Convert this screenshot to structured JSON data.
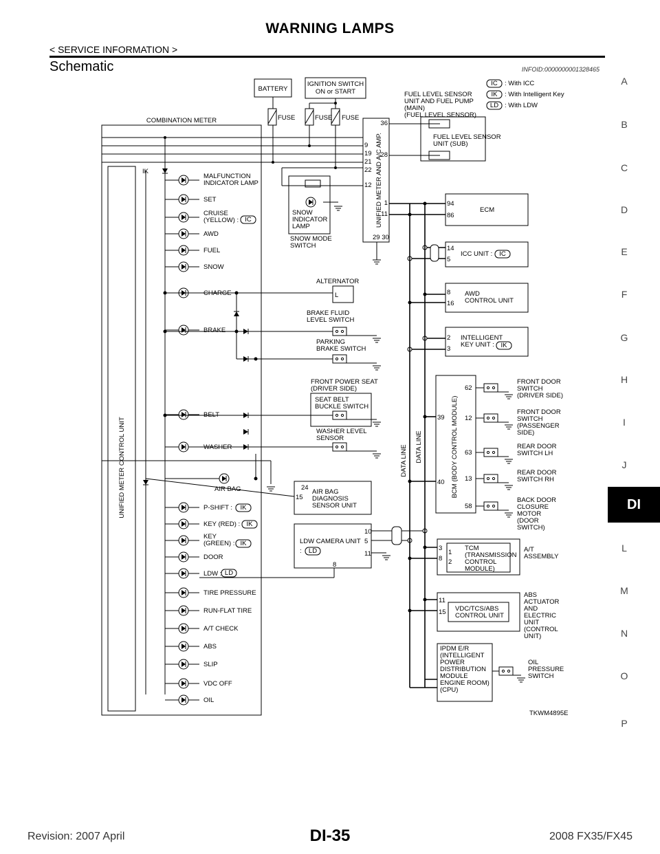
{
  "header": {
    "title": "WARNING LAMPS",
    "subtitle": "< SERVICE INFORMATION >",
    "section": "Schematic",
    "infoid": "INFOID:0000000001328465"
  },
  "side_index": [
    "A",
    "B",
    "C",
    "D",
    "E",
    "F",
    "G",
    "H",
    "I",
    "J",
    "DI",
    "L",
    "M",
    "N",
    "O",
    "P"
  ],
  "active_tab": "DI",
  "footer": {
    "revision": "Revision: 2007 April",
    "page": "DI-35",
    "model": "2008 FX35/FX45"
  },
  "diagram": {
    "legend": [
      {
        "tag": "IC",
        "text": ": With ICC"
      },
      {
        "tag": "IK",
        "text": ": With Intelligent Key"
      },
      {
        "tag": "LD",
        "text": ": With LDW"
      }
    ],
    "battery": "BATTERY",
    "ignition_1": "IGNITION SWITCH",
    "ignition_2": "ON or START",
    "fuse": "FUSE",
    "combination_meter": "COMBINATION METER",
    "control_unit": "UNIFIED METER CONTROL UNIT",
    "amp": "UNIFIED METER AND A/C AMP.",
    "fuel_main": [
      "FUEL LEVEL SENSOR",
      "UNIT AND FUEL PUMP",
      "(MAIN)",
      "(FUEL LEVEL SENSOR)"
    ],
    "fuel_sub": [
      "FUEL LEVEL SENSOR",
      "UNIT (SUB)"
    ],
    "snow_lamp": [
      "SNOW",
      "INDICATOR",
      "LAMP"
    ],
    "snow_switch": [
      "SNOW MODE",
      "SWITCH"
    ],
    "amp_pins_left": [
      "9",
      "19",
      "21",
      "22",
      "12"
    ],
    "amp_pins_right": [
      "36",
      "28",
      "1",
      "11"
    ],
    "amp_pins_bottom": "29  30",
    "ecm": "ECM",
    "ecm_pins": [
      "94",
      "86"
    ],
    "icc": "ICC UNIT :",
    "icc_pins": [
      "14",
      "5"
    ],
    "awd": [
      "AWD",
      "CONTROL UNIT"
    ],
    "awd_pins": [
      "8",
      "16"
    ],
    "ik_unit": [
      "INTELLIGENT",
      "KEY UNIT :"
    ],
    "ik_pins": [
      "2",
      "3"
    ],
    "bcm": "BCM (BODY CONTROL MODULE)",
    "bcm_pins": [
      "62",
      "12",
      "63",
      "13",
      "58"
    ],
    "bcm_pins_left": [
      "39",
      "40"
    ],
    "data_line": "DATA LINE",
    "doors": [
      [
        "FRONT DOOR",
        "SWITCH",
        "(DRIVER SIDE)"
      ],
      [
        "FRONT DOOR",
        "SWITCH",
        "(PASSENGER",
        "SIDE)"
      ],
      [
        "REAR DOOR",
        "SWITCH LH"
      ],
      [
        "REAR DOOR",
        "SWITCH RH"
      ],
      [
        "BACK DOOR",
        "CLOSURE",
        "MOTOR",
        "(DOOR",
        "SWITCH)"
      ]
    ],
    "lamps": [
      [
        "MALFUNCTION",
        "INDICATOR LAMP"
      ],
      [
        "SET"
      ],
      [
        "CRUISE",
        "(YELLOW) :"
      ],
      [
        "AWD"
      ],
      [
        "FUEL"
      ],
      [
        "SNOW"
      ],
      [
        "CHARGE"
      ],
      [
        "BRAKE"
      ],
      [
        "BELT"
      ],
      [
        "WASHER"
      ],
      [
        "AIR BAG"
      ],
      [
        "P-SHIFT :"
      ],
      [
        "KEY (RED) :"
      ],
      [
        "KEY",
        "(GREEN) :"
      ],
      [
        "DOOR"
      ],
      [
        "LDW :"
      ],
      [
        "TIRE PRESSURE"
      ],
      [
        "RUN-FLAT TIRE"
      ],
      [
        "A/T CHECK"
      ],
      [
        "ABS"
      ],
      [
        "SLIP"
      ],
      [
        "VDC OFF"
      ],
      [
        "OIL"
      ]
    ],
    "alternator": "ALTERNATOR",
    "alt_l": "L",
    "brake_fluid": [
      "BRAKE FLUID",
      "LEVEL SWITCH"
    ],
    "parking": [
      "PARKING",
      "BRAKE SWITCH"
    ],
    "front_seat": [
      "FRONT POWER SEAT",
      "(DRIVER SIDE)"
    ],
    "seat_belt": [
      "SEAT BELT",
      "BUCKLE SWITCH"
    ],
    "washer_sensor": [
      "WASHER LEVEL",
      "SENSOR"
    ],
    "airbag_unit": [
      "AIR BAG",
      "DIAGNOSIS",
      "SENSOR UNIT"
    ],
    "airbag_pins": [
      "24",
      "15"
    ],
    "ldw_unit": "LDW CAMERA UNIT",
    "ldw_colon": ":",
    "ldw_pins": [
      "10",
      "5",
      "11",
      "8"
    ],
    "tcm": [
      "TCM",
      "(TRANSMISSION",
      "CONTROL",
      "MODULE)"
    ],
    "tcm_pins": [
      "3",
      "8",
      "1",
      "2"
    ],
    "at_assembly": [
      "A/T",
      "ASSEMBLY"
    ],
    "vdc": [
      "VDC/TCS/ABS",
      "CONTROL UNIT"
    ],
    "vdc_pins": [
      "11",
      "15"
    ],
    "abs": [
      "ABS",
      "ACTUATOR",
      "AND",
      "ELECTRIC",
      "UNIT",
      "(CONTROL",
      "UNIT)"
    ],
    "ipdm": [
      "IPDM E/R",
      "(INTELLIGENT",
      "POWER",
      "DISTRIBUTION",
      "MODULE",
      "ENGINE ROOM)",
      "(CPU)"
    ],
    "oil_switch": [
      "OIL",
      "PRESSURE",
      "SWITCH"
    ],
    "code": "TKWM4895E"
  }
}
